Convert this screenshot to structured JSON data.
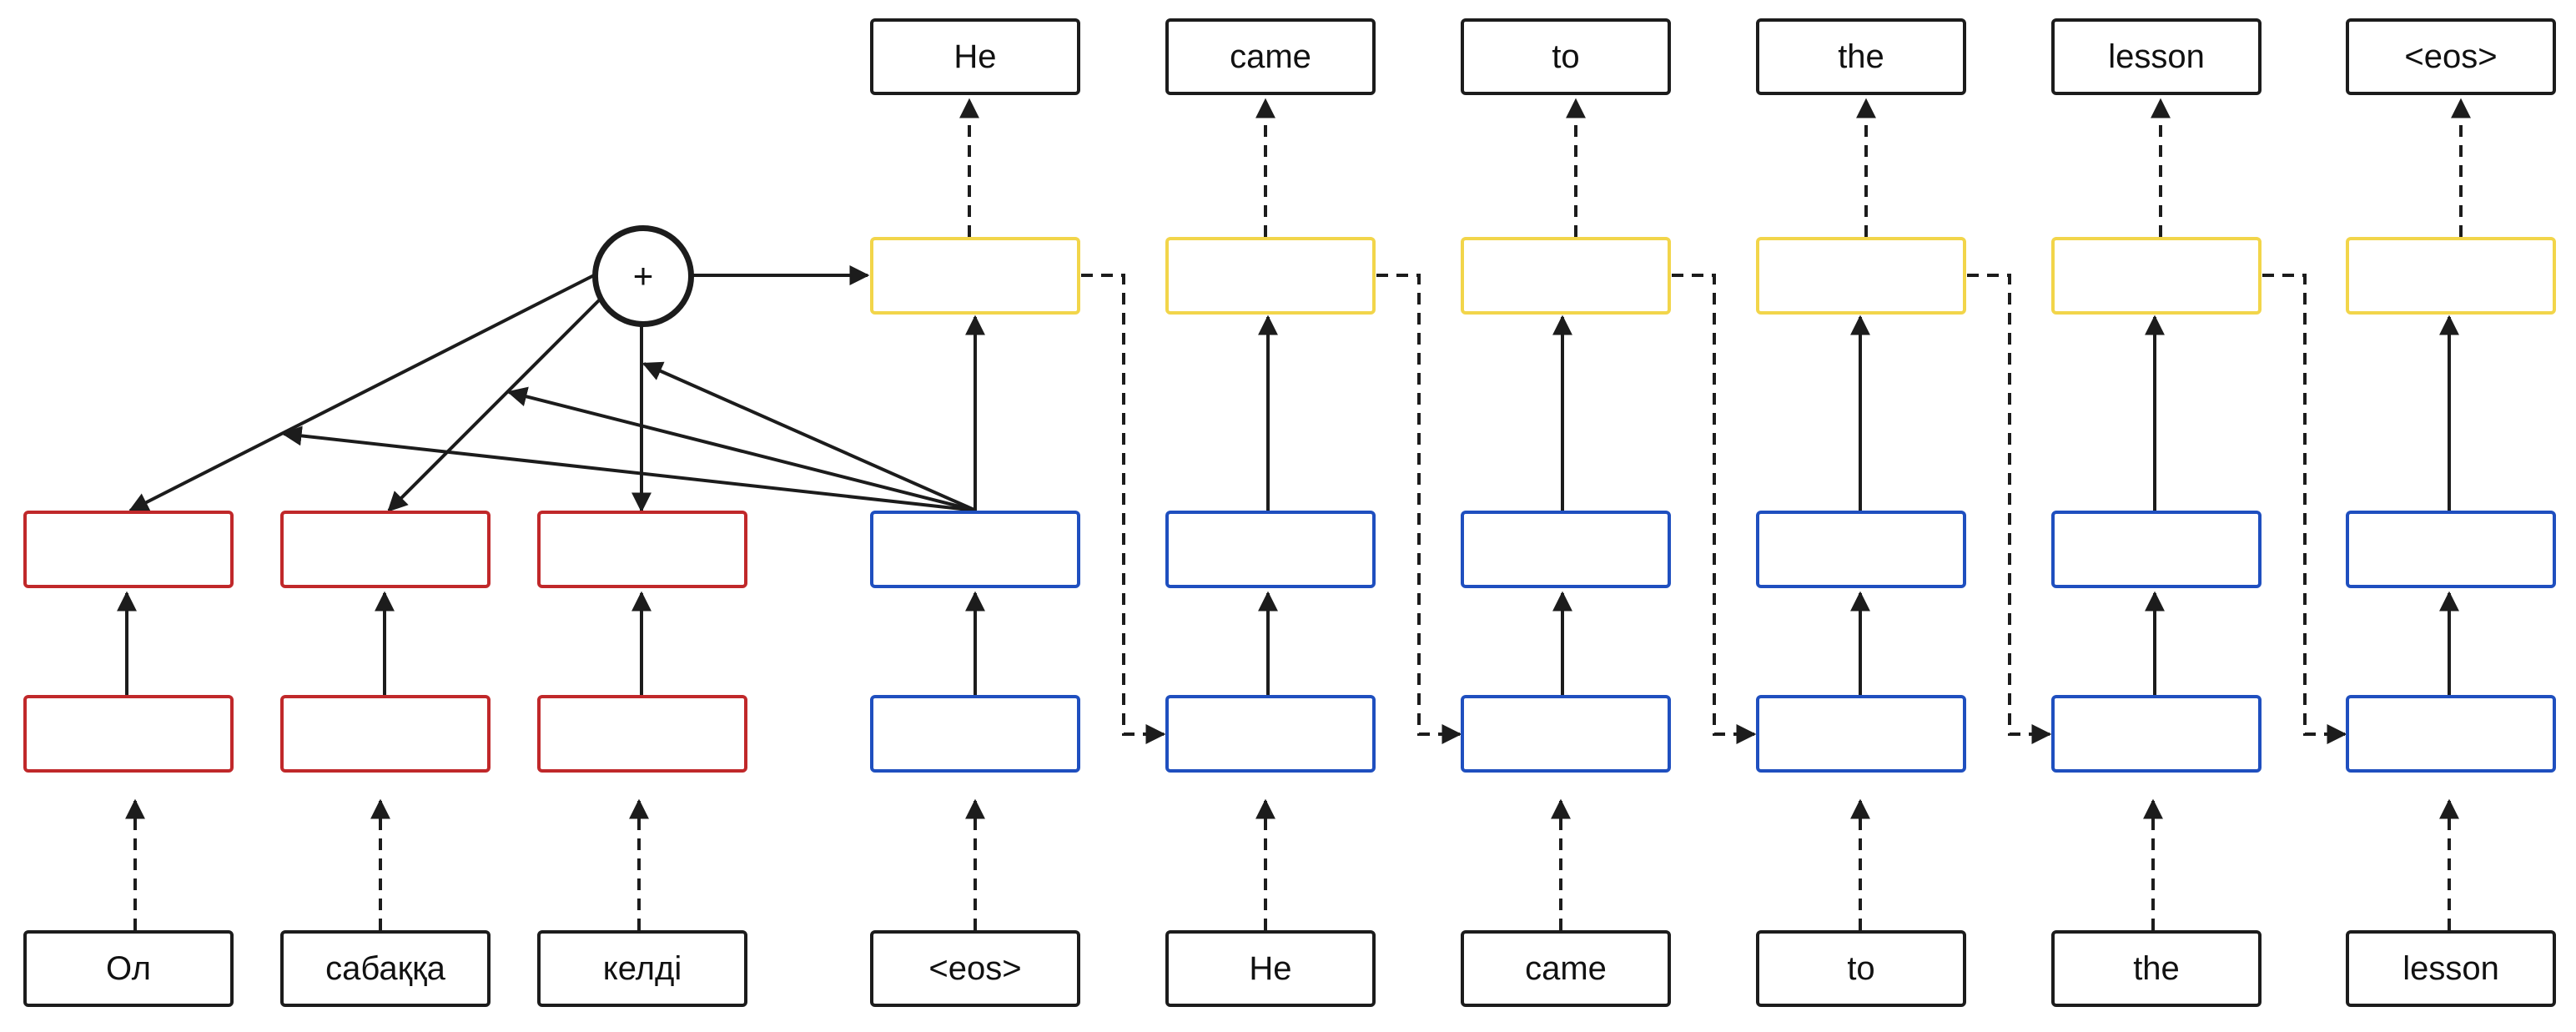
{
  "encoder": {
    "tokens": [
      "Ол",
      "сабаққа",
      "келді"
    ]
  },
  "decoder": {
    "input_tokens": [
      "<eos>",
      "He",
      "came",
      "to",
      "the",
      "lesson"
    ],
    "output_tokens": [
      "He",
      "came",
      "to",
      "the",
      "lesson",
      "<eos>"
    ]
  },
  "attention": {
    "combine_symbol": "+"
  },
  "colors": {
    "encoder_border": "#c0282a",
    "decoder_hidden_border": "#1f4fbf",
    "decoder_output_border": "#f2d54a",
    "line": "#1c1c1c"
  }
}
